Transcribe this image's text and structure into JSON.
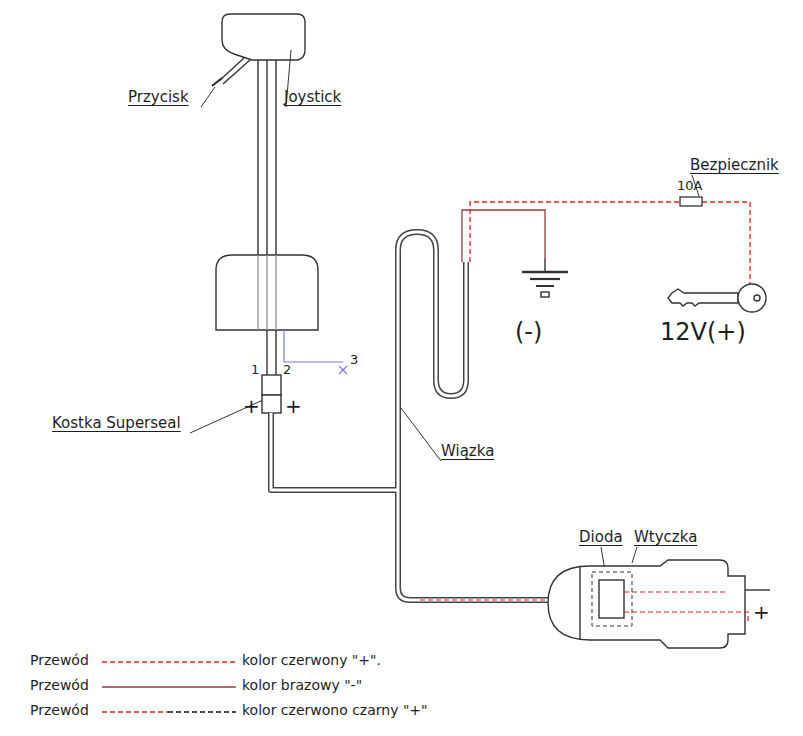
{
  "diagram": {
    "labels": [
      "Przycisk",
      "Joystick",
      "Bezpiecznik",
      "10A",
      "3",
      "1",
      "2",
      "+",
      "+",
      "Kostka Superseal",
      "Wiązka",
      "(-)",
      "12V(+)",
      "Dioda",
      "Wtyczka",
      "+",
      "Przewód",
      "Przewód",
      "Przewód"
    ],
    "legend": [
      {
        "text": "kolor czerwony \"+\"."
      },
      {
        "text": "kolor brazowy \"-\""
      },
      {
        "text": "kolor czerwono czarny \"+\""
      }
    ]
  }
}
